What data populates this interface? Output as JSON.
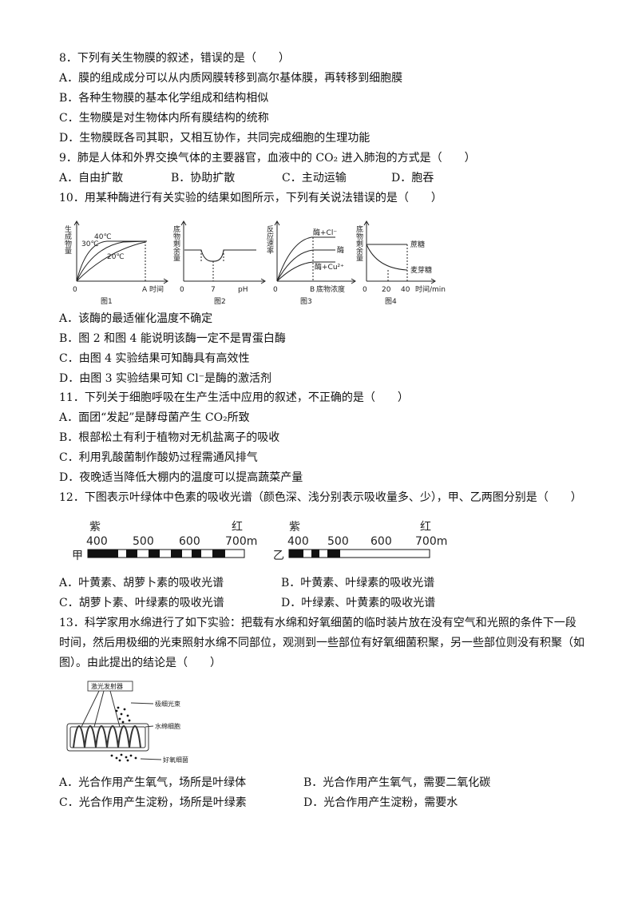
{
  "q8": {
    "stem": "8．下列有关生物膜的叙述，错误的是（　　）",
    "options": [
      "A．膜的组成成分可以从内质网膜转移到高尔基体膜，再转移到细胞膜",
      "B．各种生物膜的基本化学组成和结构相似",
      "C．生物膜是对生物体内所有膜结构的统称",
      "D．生物膜既各司其职，又相互协作，共同完成细胞的生理功能"
    ]
  },
  "q9": {
    "stem": "9．肺是人体和外界交换气体的主要器官，血液中的 CO₂ 进入肺泡的方式是（　　）",
    "options": [
      "A．自由扩散",
      "B．协助扩散",
      "C．主动运输",
      "D．胞吞"
    ]
  },
  "q10": {
    "stem": "10．用某种酶进行有关实验的结果如图所示，下列有关说法错误的是（　　）",
    "figures": {
      "fig1": {
        "caption": "图1",
        "ylabel": "生成物量",
        "xlabel": "时间",
        "x_mark": "A",
        "origin": "0",
        "curves": [
          "40℃",
          "30℃",
          "20℃"
        ]
      },
      "fig2": {
        "caption": "图2",
        "ylabel": "底物剩余量",
        "xlabel": "pH",
        "origin": "0",
        "x_mark": "7"
      },
      "fig3": {
        "caption": "图3",
        "ylabel": "反应速率",
        "xlabel": "底物浓度",
        "origin": "0",
        "x_mark": "B",
        "curves": [
          "酶+Cl⁻",
          "酶",
          "酶+Cu²⁺"
        ]
      },
      "fig4": {
        "caption": "图4",
        "ylabel": "底物剩余量",
        "xlabel": "时间/min",
        "origin": "0",
        "ticks": [
          "20",
          "40"
        ],
        "curves": [
          "蔗糖",
          "麦芽糖"
        ]
      }
    },
    "options": [
      "A．该酶的最适催化温度不确定",
      "B．图 2 和图 4 能说明该酶一定不是胃蛋白酶",
      "C．由图 4 实验结果可知酶具有高效性",
      "D．由图 3 实验结果可知 Cl⁻是酶的激活剂"
    ]
  },
  "q11": {
    "stem": "11．下列关于细胞呼吸在生产生活中应用的叙述，不正确的是（　　）",
    "options": [
      "A．面团“发起”是酵母菌产生 CO₂所致",
      "B．根部松土有利于植物对无机盐离子的吸收",
      "C．利用乳酸菌制作酸奶过程需通风排气",
      "D．夜晚适当降低大棚内的温度可以提高蔬菜产量"
    ]
  },
  "q12": {
    "stem": "12．下图表示叶绿体中色素的吸收光谱（颜色深、浅分别表示吸收量多、少），甲、乙两图分别是（　　）",
    "spectra": {
      "jia": {
        "name": "甲",
        "left": "紫",
        "right": "红",
        "ticks": [
          "400",
          "500",
          "600",
          "700m"
        ]
      },
      "yi": {
        "name": "乙",
        "left": "紫",
        "right": "红",
        "ticks": [
          "400",
          "500",
          "600",
          "700m"
        ]
      }
    },
    "options": [
      "A．叶黄素、胡萝卜素的吸收光谱",
      "B．叶黄素、叶绿素的吸收光谱",
      "C．胡萝卜素、叶绿素的吸收光谱",
      "D．叶绿素、叶黄素的吸收光谱"
    ]
  },
  "q13": {
    "stem_lines": [
      "13．科学家用水绵进行了如下实验：把载有水绵和好氧细菌的临时装片放在没有空气和光照的条件下一段",
      "时间，然后用极细的光束照射水绵不同部位，观测到一些部位有好氧细菌积聚，另一些部位则没有积聚（如",
      "图）。由此提出的结论是（　　）"
    ],
    "figure": {
      "laser": "激光发射器",
      "beam": "极细光束",
      "cell": "水绵细胞",
      "bacteria": "好氧细菌"
    },
    "options": [
      "A．光合作用产生氧气，场所是叶绿体",
      "B．光合作用产生氧气，需要二氧化碳",
      "C．光合作用产生淀粉，场所是叶绿素",
      "D．光合作用产生淀粉，需要水"
    ]
  }
}
